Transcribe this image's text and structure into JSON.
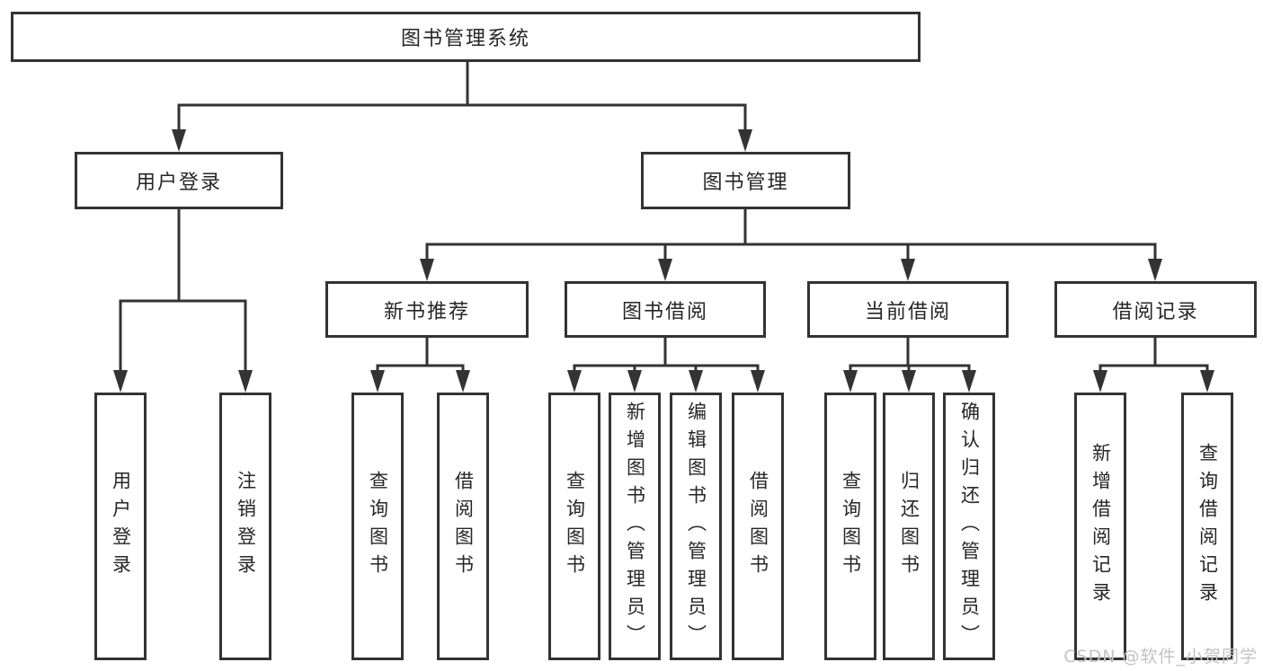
{
  "diagram": {
    "type": "hierarchy",
    "colors": {
      "line": "#333333",
      "box_border": "#333333",
      "text": "#262626",
      "background": "#ffffff",
      "watermark_text_color": "#c5c1c1"
    },
    "tree": {
      "root": {
        "label": "图书管理系统",
        "children": [
          {
            "label": "用户登录",
            "children": [
              {
                "label": "用户登录"
              },
              {
                "label": "注销登录"
              }
            ]
          },
          {
            "label": "图书管理",
            "children": [
              {
                "label": "新书推荐",
                "children": [
                  {
                    "label": "查询图书"
                  },
                  {
                    "label": "借阅图书"
                  }
                ]
              },
              {
                "label": "图书借阅",
                "children": [
                  {
                    "label": "查询图书"
                  },
                  {
                    "label": "新增图书（管理员）"
                  },
                  {
                    "label": "编辑图书（管理员）"
                  },
                  {
                    "label": "借阅图书"
                  }
                ]
              },
              {
                "label": "当前借阅",
                "children": [
                  {
                    "label": "查询图书"
                  },
                  {
                    "label": "归还图书"
                  },
                  {
                    "label": "确认归还（管理员）"
                  }
                ]
              },
              {
                "label": "借阅记录",
                "children": [
                  {
                    "label": "新增借阅记录"
                  },
                  {
                    "label": "查询借阅记录"
                  }
                ]
              }
            ]
          }
        ]
      }
    },
    "watermark": {
      "text": "CSDN @软件_小贺同学"
    }
  }
}
